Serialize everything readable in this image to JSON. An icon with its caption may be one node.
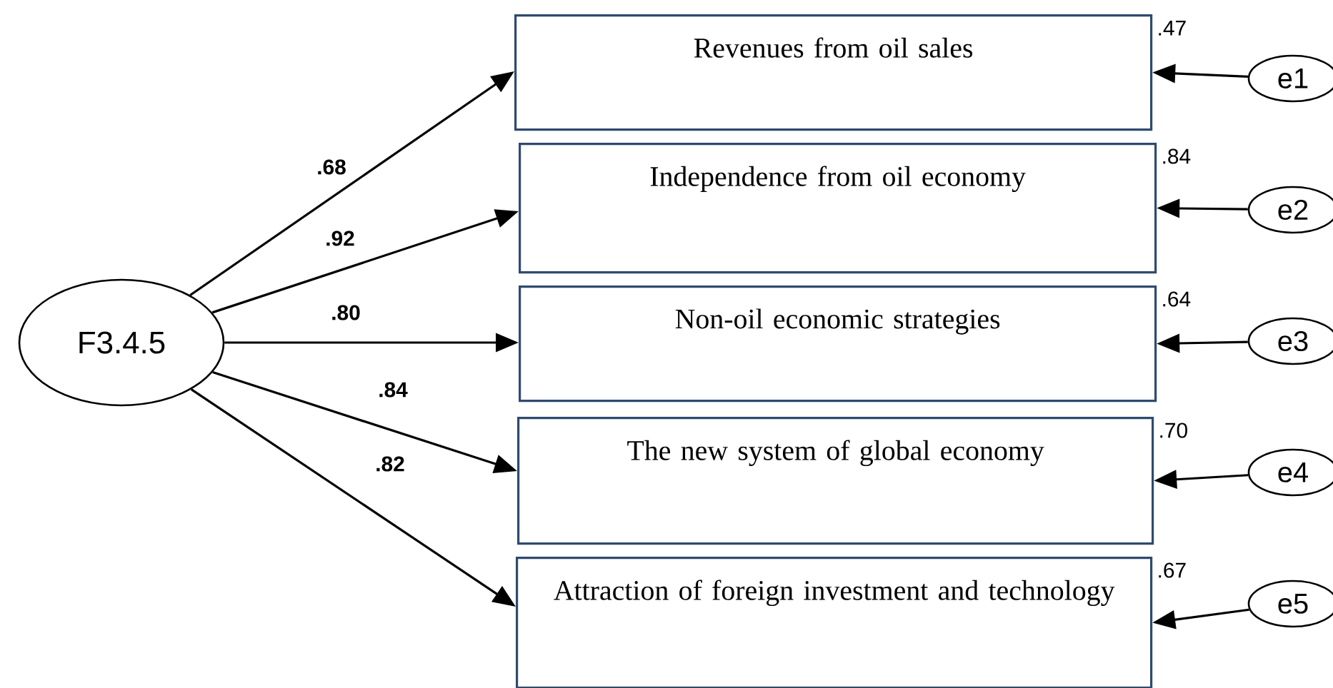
{
  "diagram": {
    "nodes": [
      {
        "text": [
          "F3.4.5"
        ]
      },
      {
        "text": [
          "Revenues from oil sales"
        ],
        "beside": [
          ".47"
        ]
      },
      {
        "text": [
          "Independence from oil economy"
        ],
        "beside": [
          ".84"
        ]
      },
      {
        "text": [
          "Non-oil economic strategies"
        ],
        "beside": [
          ".64"
        ]
      },
      {
        "text": [
          "The new system of global economy"
        ],
        "beside": [
          ".70"
        ]
      },
      {
        "text": [
          "Attraction of foreign investment and technology"
        ],
        "beside": [
          ".67"
        ]
      },
      {
        "text": [
          "e1"
        ]
      },
      {
        "text": [
          "e2"
        ]
      },
      {
        "text": [
          "e3"
        ]
      },
      {
        "text": [
          "e4"
        ]
      },
      {
        "text": [
          "e5"
        ]
      }
    ],
    "edges": [
      {
        "from": 0,
        "to": 1,
        "arrow": "to",
        "label": ".68"
      },
      {
        "from": 0,
        "to": 2,
        "arrow": "to",
        "label": ".92"
      },
      {
        "from": 0,
        "to": 3,
        "arrow": "to",
        "label": ".80"
      },
      {
        "from": 0,
        "to": 4,
        "arrow": "to",
        "label": ".84"
      },
      {
        "from": 0,
        "to": 5,
        "arrow": "to",
        "label": ".82"
      },
      {
        "from": 6,
        "to": 1,
        "arrow": "to"
      },
      {
        "from": 7,
        "to": 2,
        "arrow": "to"
      },
      {
        "from": 8,
        "to": 3,
        "arrow": "to"
      },
      {
        "from": 9,
        "to": 4,
        "arrow": "to"
      },
      {
        "from": 10,
        "to": 5,
        "arrow": "to"
      }
    ]
  }
}
